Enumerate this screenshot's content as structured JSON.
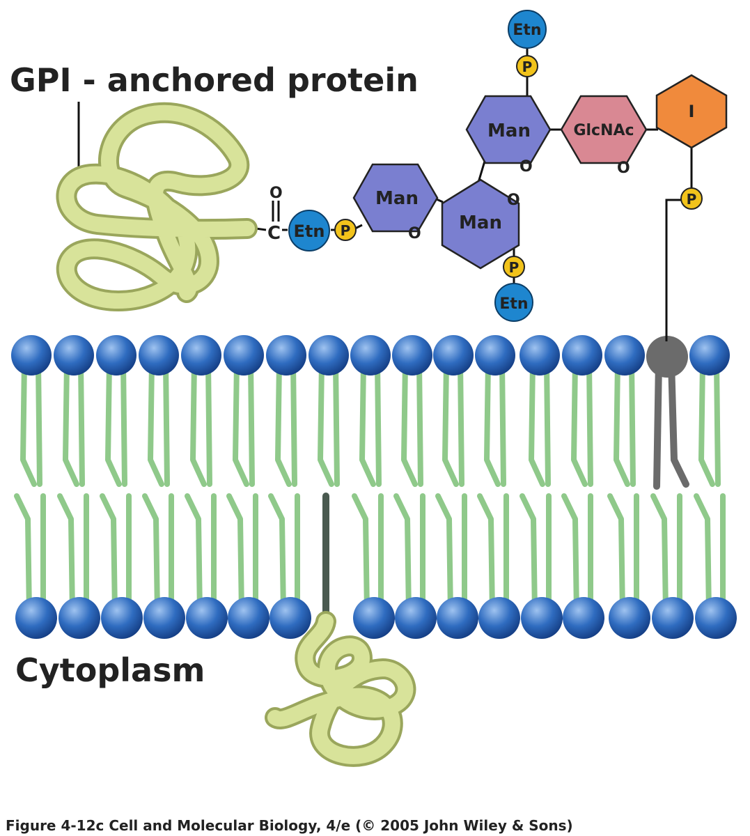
{
  "labels": {
    "title": "GPI - anchored protein",
    "cytoplasm": "Cytoplasm",
    "caption": "Figure 4-12c  Cell and Molecular Biology, 4/e (© 2005 John Wiley & Sons)"
  },
  "glycan": {
    "man_1": "Man",
    "man_2": "Man",
    "man_3": "Man",
    "glcnac": "GlcNAc",
    "inositol": "I",
    "etn_protein": "Etn",
    "etn_top": "Etn",
    "etn_bottom": "Etn",
    "phosphate": "P",
    "carbonyl_c": "C",
    "oxygen": "O"
  },
  "colors": {
    "protein_fill": "#d8e39a",
    "protein_stroke": "#9aa65c",
    "mannose": "#7a7fd0",
    "glcnac": "#d98893",
    "inositol": "#f08a3c",
    "etn": "#1e86cf",
    "phosphate": "#f2c31b",
    "lipid_head": "#2b66b8",
    "lipid_tail": "#8fc98a",
    "anchor": "#6b6b6b",
    "tm_helix": "#4a5a50"
  }
}
